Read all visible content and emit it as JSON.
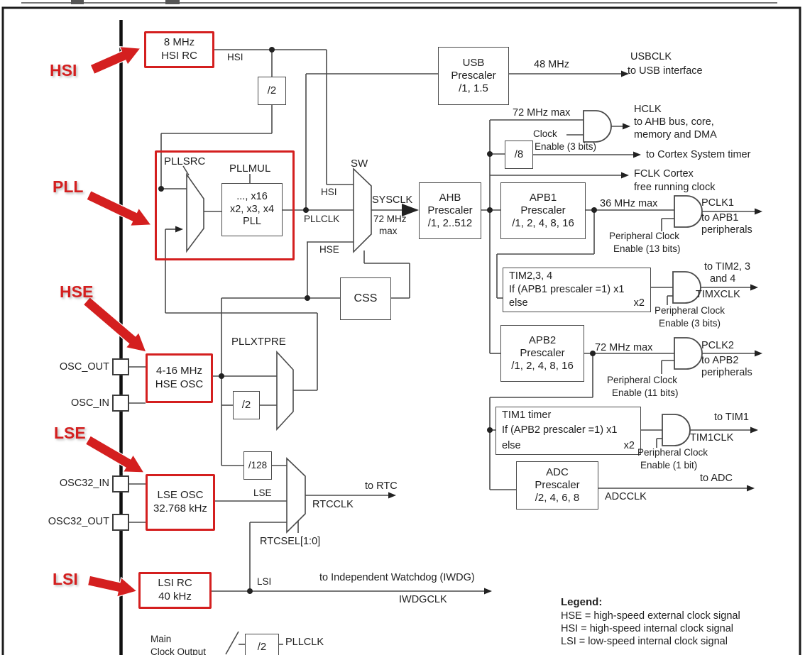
{
  "annotations": {
    "hsi": "HSI",
    "pll": "PLL",
    "hse": "HSE",
    "lse": "LSE",
    "lsi": "LSI"
  },
  "pins": {
    "osc_out": "OSC_OUT",
    "osc_in": "OSC_IN",
    "osc32_in": "OSC32_IN",
    "osc32_out": "OSC32_OUT"
  },
  "sources": {
    "hsi_rc": {
      "l1": "8 MHz",
      "l2": "HSI RC"
    },
    "hse_osc": {
      "l1": "4-16 MHz",
      "l2": "HSE OSC"
    },
    "lse_osc": {
      "l1": "LSE OSC",
      "l2": "32.768 kHz"
    },
    "lsi_rc": {
      "l1": "LSI RC",
      "l2": "40 kHz"
    }
  },
  "pll": {
    "pllsrc": "PLLSRC",
    "pllmul": "PLLMUL",
    "mul_l1": "..., x16",
    "mul_l2": "x2, x3, x4",
    "mul_l3": "PLL"
  },
  "dividers": {
    "hsi_div": "/2",
    "hse_div": "/2",
    "rtc_div": "/128",
    "cortex_div": "/8",
    "mco_div": "/2"
  },
  "sw": {
    "label": "SW",
    "in_hsi": "HSI",
    "in_pllclk": "PLLCLK",
    "in_hse": "HSE",
    "out": "SYSCLK",
    "max1": "72 MHz",
    "max2": "max",
    "wire_hsi": "HSI"
  },
  "css": {
    "label": "CSS"
  },
  "pllxtpre": {
    "label": "PLLXTPRE"
  },
  "usb": {
    "l1": "USB",
    "l2": "Prescaler",
    "l3": "/1, 1.5",
    "freq": "48 MHz",
    "out1": "USBCLK",
    "out2": "to USB interface"
  },
  "ahb": {
    "l1": "AHB",
    "l2": "Prescaler",
    "l3": "/1, 2..512"
  },
  "hclk": {
    "max": "72 MHz max",
    "clock": "Clock",
    "enable": "Enable (3 bits)",
    "out1": "HCLK",
    "out2": "to AHB bus, core,",
    "out3": "memory and DMA",
    "cortex_timer": "to Cortex System timer",
    "fclk1": "FCLK Cortex",
    "fclk2": "free running clock"
  },
  "apb1": {
    "l1": "APB1",
    "l2": "Prescaler",
    "l3": "/1, 2, 4, 8, 16",
    "max": "36 MHz max",
    "pclk": "PCLK1",
    "to1": "to APB1",
    "to2": "peripherals",
    "en1": "Peripheral Clock",
    "en2": "Enable (13 bits)"
  },
  "tim234": {
    "l1": "TIM2,3, 4",
    "l2": "If (APB1 prescaler =1) x1",
    "l3": "else",
    "l4": "x2",
    "to1": "to TIM2, 3",
    "to2": "and 4",
    "clk": "TIMXCLK",
    "en1": "Peripheral Clock",
    "en2": "Enable (3 bits)"
  },
  "apb2": {
    "l1": "APB2",
    "l2": "Prescaler",
    "l3": "/1, 2, 4, 8, 16",
    "max": "72 MHz max",
    "pclk": "PCLK2",
    "to1": "to APB2",
    "to2": "peripherals",
    "en1": "Peripheral Clock",
    "en2": "Enable (11 bits)"
  },
  "tim1": {
    "l1": "TIM1 timer",
    "l2": "If (APB2 prescaler =1) x1",
    "l3": "else",
    "l4": "x2",
    "to": "to TIM1",
    "clk": "TIM1CLK",
    "en1": "Peripheral Clock",
    "en2": "Enable (1 bit)"
  },
  "adc": {
    "l1": "ADC",
    "l2": "Prescaler",
    "l3": "/2, 4, 6, 8",
    "clk": "ADCCLK",
    "to": "to ADC"
  },
  "rtc": {
    "to": "to RTC",
    "clk": "RTCCLK",
    "sel": "RTCSEL[1:0]",
    "lse": "LSE"
  },
  "iwdg": {
    "lsi": "LSI",
    "to": "to Independent Watchdog (IWDG)",
    "clk": "IWDGCLK"
  },
  "mco": {
    "l1": "Main",
    "l2": "Clock Output",
    "pllclk": "PLLCLK"
  },
  "legend": {
    "title": "Legend:",
    "line1": "HSE = high-speed external clock signal",
    "line2": "HSI = high-speed internal clock signal",
    "line3": "LSI = low-speed internal clock signal"
  },
  "colors": {
    "accent_red": "#d41f1f",
    "line": "#4a4a4a"
  }
}
